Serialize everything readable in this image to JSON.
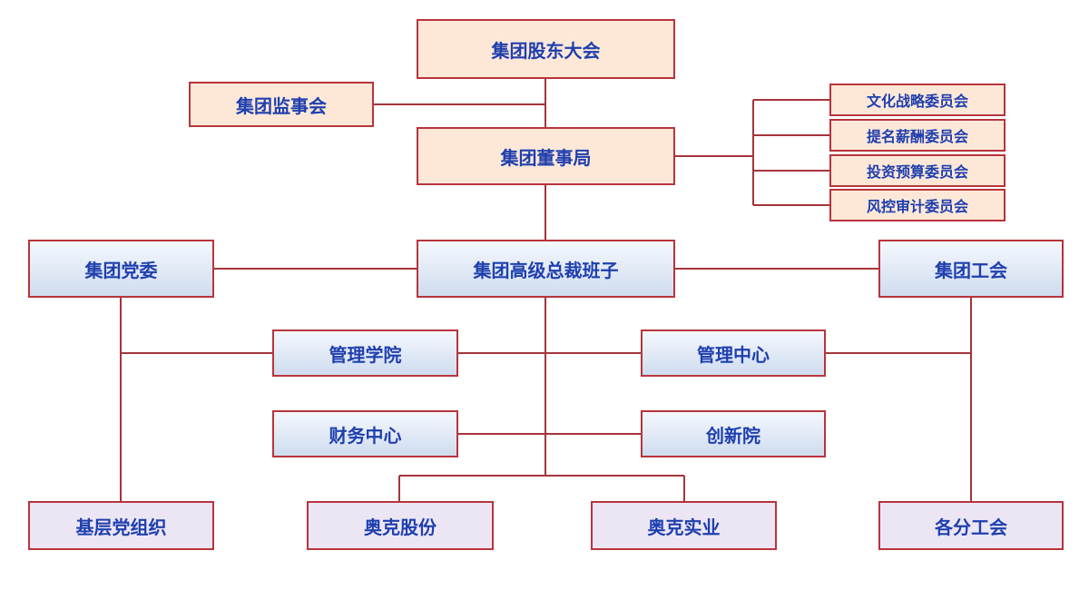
{
  "nodes": {
    "shareholders": "集团股东大会",
    "supervisors": "集团监事会",
    "board": "集团董事局",
    "committee_culture": "文化战略委员会",
    "committee_nomination": "提名薪酬委员会",
    "committee_investment": "投资预算委员会",
    "committee_risk": "风控审计委员会",
    "party": "集团党委",
    "president_office": "集团高级总裁班子",
    "union": "集团工会",
    "academy": "管理学院",
    "mgmt_center": "管理中心",
    "finance_center": "财务中心",
    "innovation": "创新院",
    "grassroots_party": "基层党组织",
    "aoke_shares": "奥克股份",
    "aoke_industry": "奥克实业",
    "branch_unions": "各分工会"
  },
  "colors": {
    "line": "#a5343c",
    "border": "#b8343c",
    "text": "#1f3fae",
    "peach": "#fde8d8",
    "blue_top": "#f4f8fd",
    "blue_bottom": "#cfdcef",
    "lavender": "#ece6f4"
  }
}
